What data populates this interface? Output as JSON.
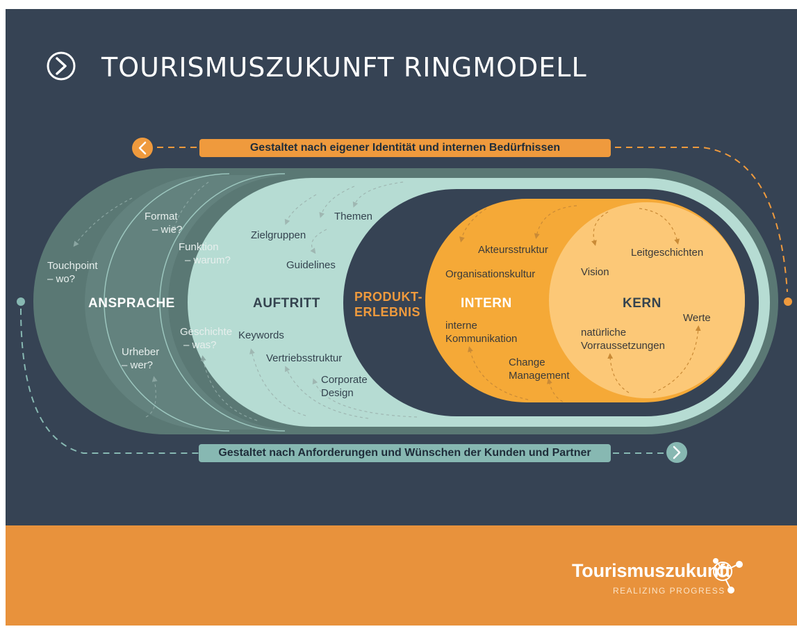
{
  "colors": {
    "background": "#364354",
    "footer": "#e8923c",
    "orange": "#ef9a3d",
    "ring_dark_teal": "#5d7b77",
    "ring_mid_teal": "#6f8f8b",
    "ring_light": "#b5dcd3",
    "core_orange": "#f5a937",
    "core_light": "#fcc877",
    "teal_banner": "#87b8b2"
  },
  "header": {
    "title": "TOURISMUSZUKUNFT RINGMODELL",
    "icon": "chevron-right-circle-icon"
  },
  "banners": {
    "top": "Gestaltet nach eigener Identität und internen Bedürfnissen",
    "bottom": "Gestaltet nach Anforderungen und Wünschen der Kunden und Partner"
  },
  "rings": {
    "ansprache": {
      "title": "ANSPRACHE",
      "items": [
        {
          "line1": "Format",
          "line2": "– wie?"
        },
        {
          "line1": "Funktion",
          "line2": "– warum?"
        },
        {
          "line1": "Touchpoint",
          "line2": "– wo?"
        },
        {
          "line1": "Geschichte",
          "line2": "– was?"
        },
        {
          "line1": "Urheber",
          "line2": "– wer?"
        }
      ]
    },
    "auftritt": {
      "title": "AUFTRITT",
      "items": [
        "Themen",
        "Zielgruppen",
        "Guidelines",
        "Keywords",
        "Vertriebsstruktur"
      ],
      "corporate_design": {
        "line1": "Corporate",
        "line2": "Design"
      }
    },
    "produkterlebnis": {
      "line1": "PRODUKT-",
      "line2": "ERLEBNIS"
    },
    "intern": {
      "title": "INTERN",
      "items": [
        "Akteursstruktur",
        "Organisationskultur"
      ],
      "interne_kommunikation": {
        "line1": "interne",
        "line2": "Kommunikation"
      },
      "change_management": {
        "line1": "Change",
        "line2": "Management"
      }
    },
    "kern": {
      "title": "KERN",
      "items": [
        "Leitgeschichten",
        "Vision",
        "Werte"
      ],
      "natuerliche": {
        "line1": "natürliche",
        "line2": "Vorraussetzungen"
      }
    }
  },
  "logo": {
    "name": "Tourismuszukunft",
    "tagline": "REALIZING PROGRESS",
    "icon": "network-node-icon"
  }
}
